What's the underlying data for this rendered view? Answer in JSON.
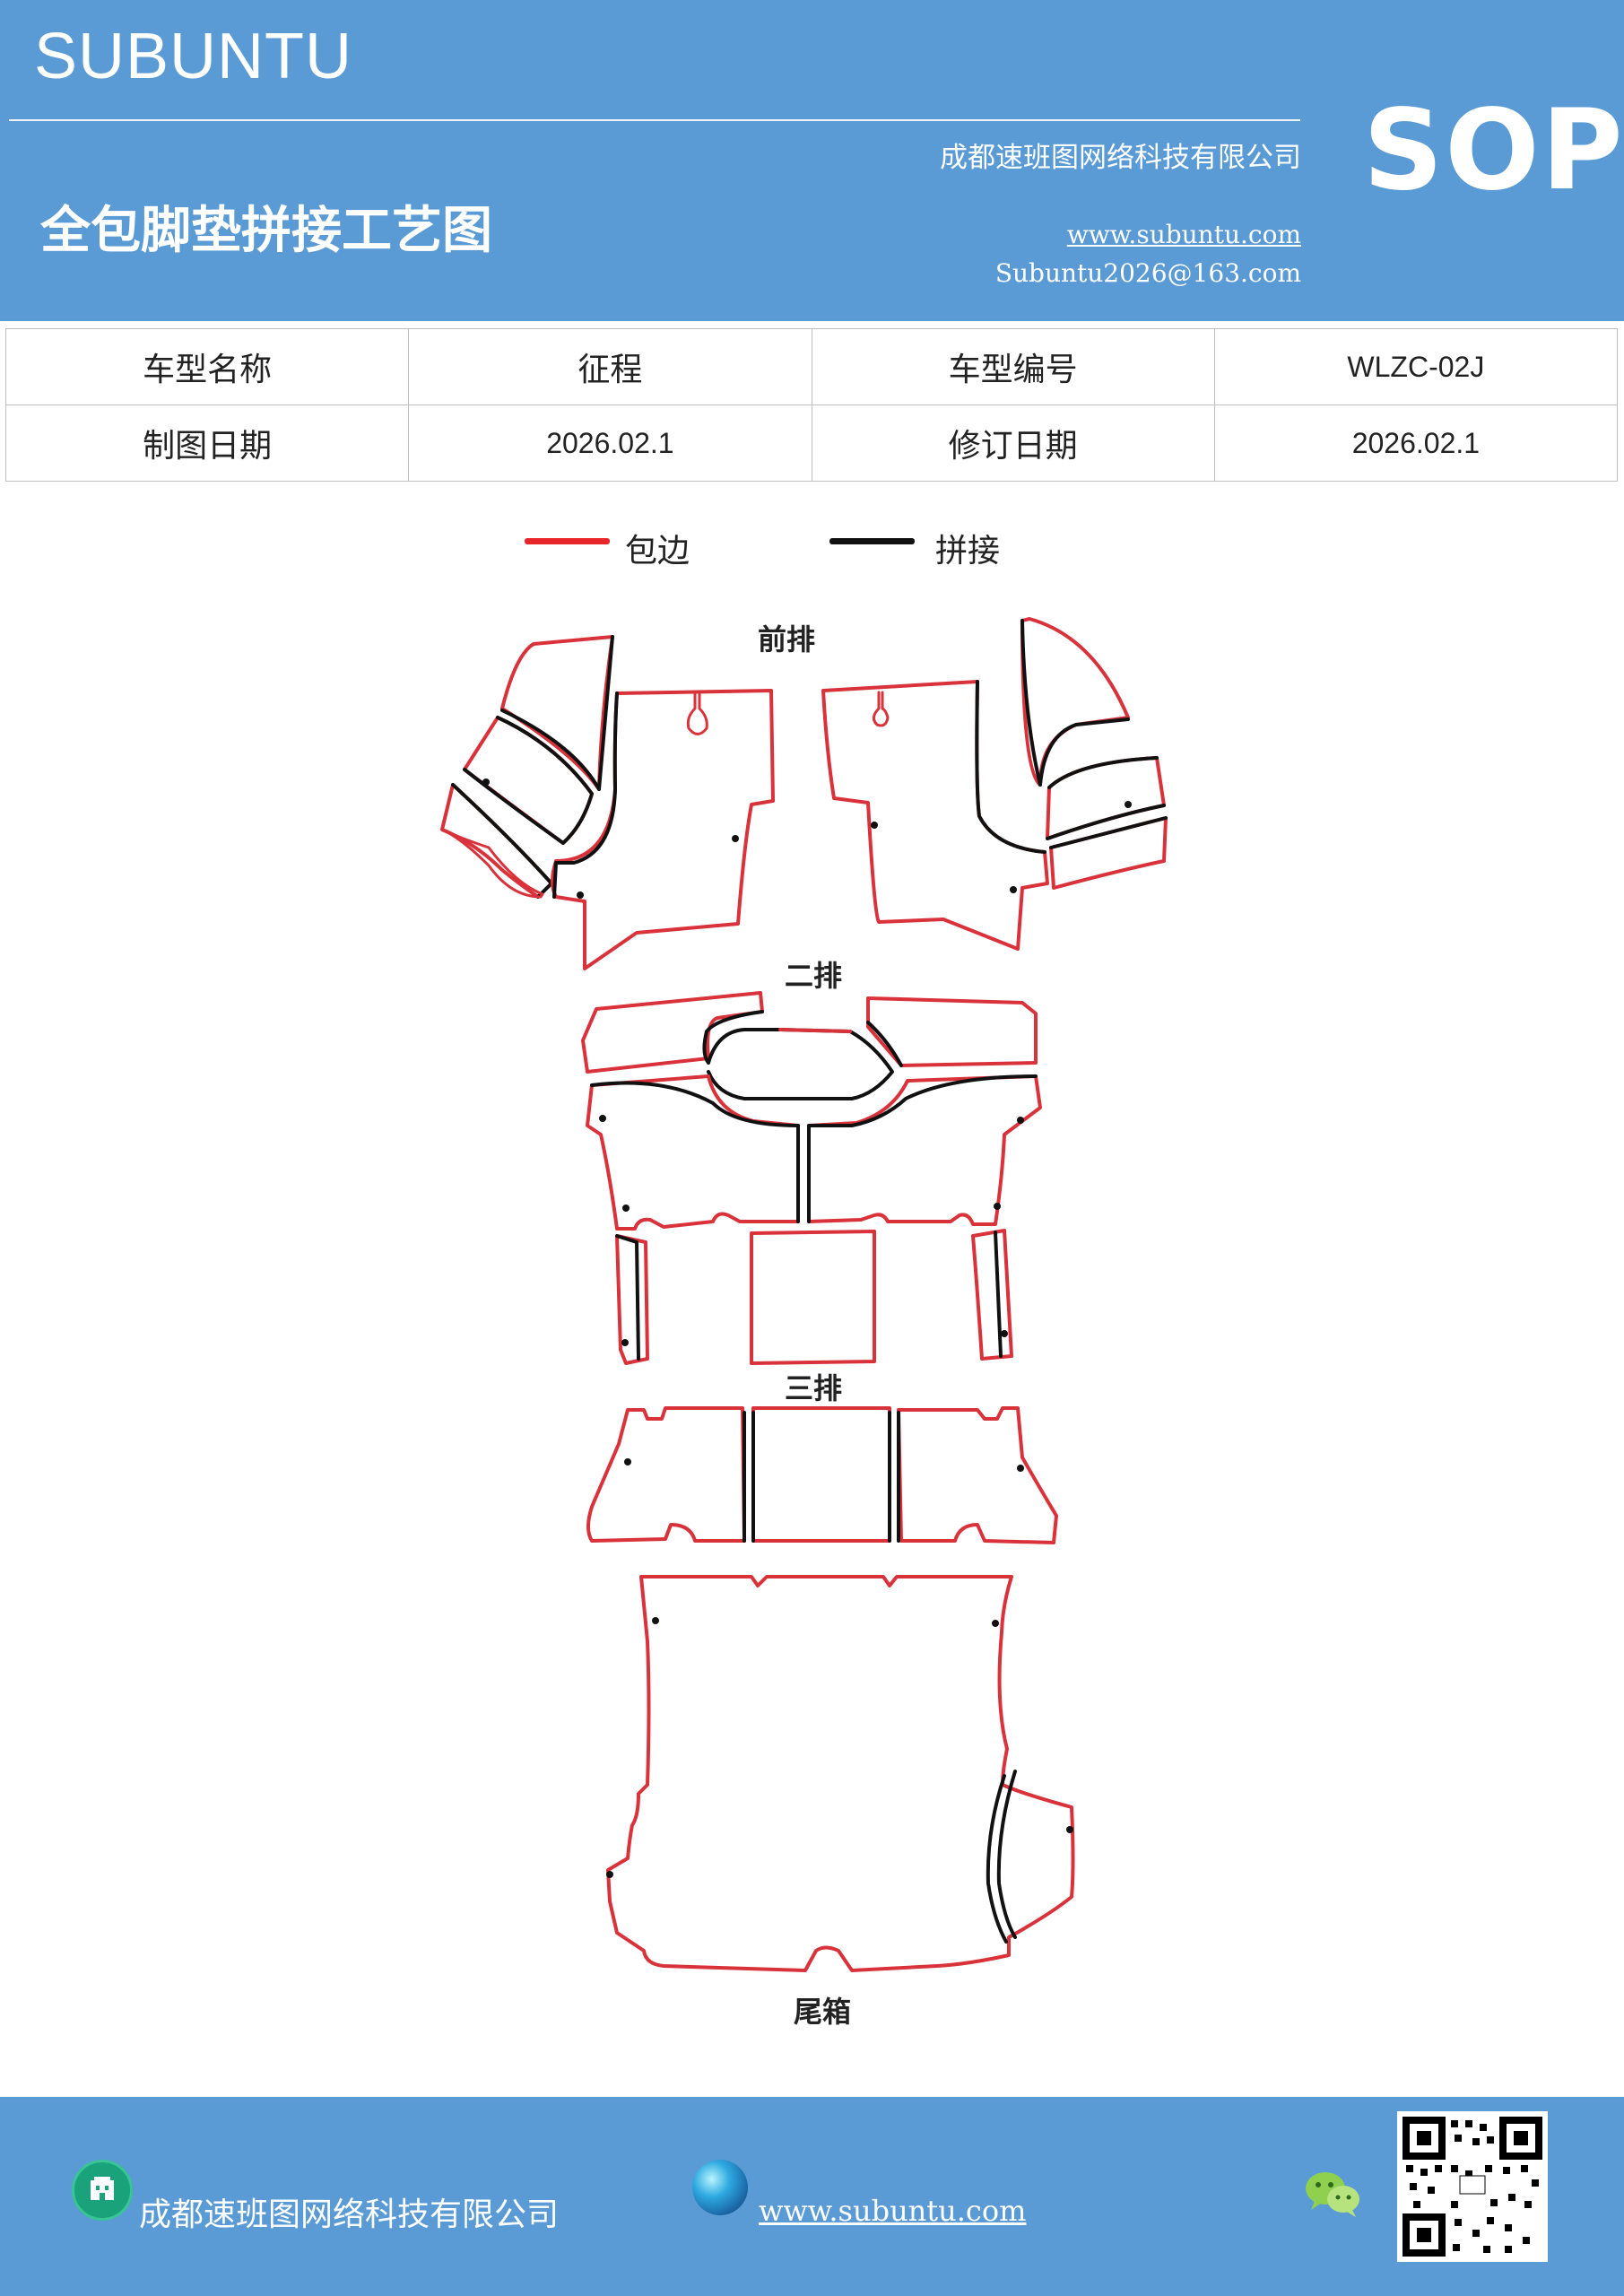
{
  "header": {
    "brand": "SUBUNTU",
    "company": "成都速班图网络科技有限公司",
    "title": "全包脚垫拼接工艺图",
    "website": "www.subuntu.com",
    "email": "Subuntu2026@163.com",
    "badge": "SOP"
  },
  "info_table": {
    "row1": {
      "label1": "车型名称",
      "value1": "征程",
      "label2": "车型编号",
      "value2": "WLZC-02J"
    },
    "row2": {
      "label1": "制图日期",
      "value1": "2026.02.1",
      "label2": "修订日期",
      "value2": "2026.02.1"
    }
  },
  "legend": {
    "items": [
      {
        "label": "包边",
        "color": "#e8262a"
      },
      {
        "label": "拼接",
        "color": "#111111"
      }
    ]
  },
  "sections": {
    "front": "前排",
    "second": "二排",
    "third": "三排",
    "trunk": "尾箱"
  },
  "footer": {
    "company": "成都速班图网络科技有限公司",
    "website": "www.subuntu.com",
    "home_icon": "building-icon",
    "web_icon": "globe-icon",
    "chat_icon": "wechat-icon",
    "qr": "qr-code"
  },
  "colors": {
    "brand_blue": "#5b9bd5",
    "edge_red": "#d9323a",
    "seam_black": "#111111"
  }
}
